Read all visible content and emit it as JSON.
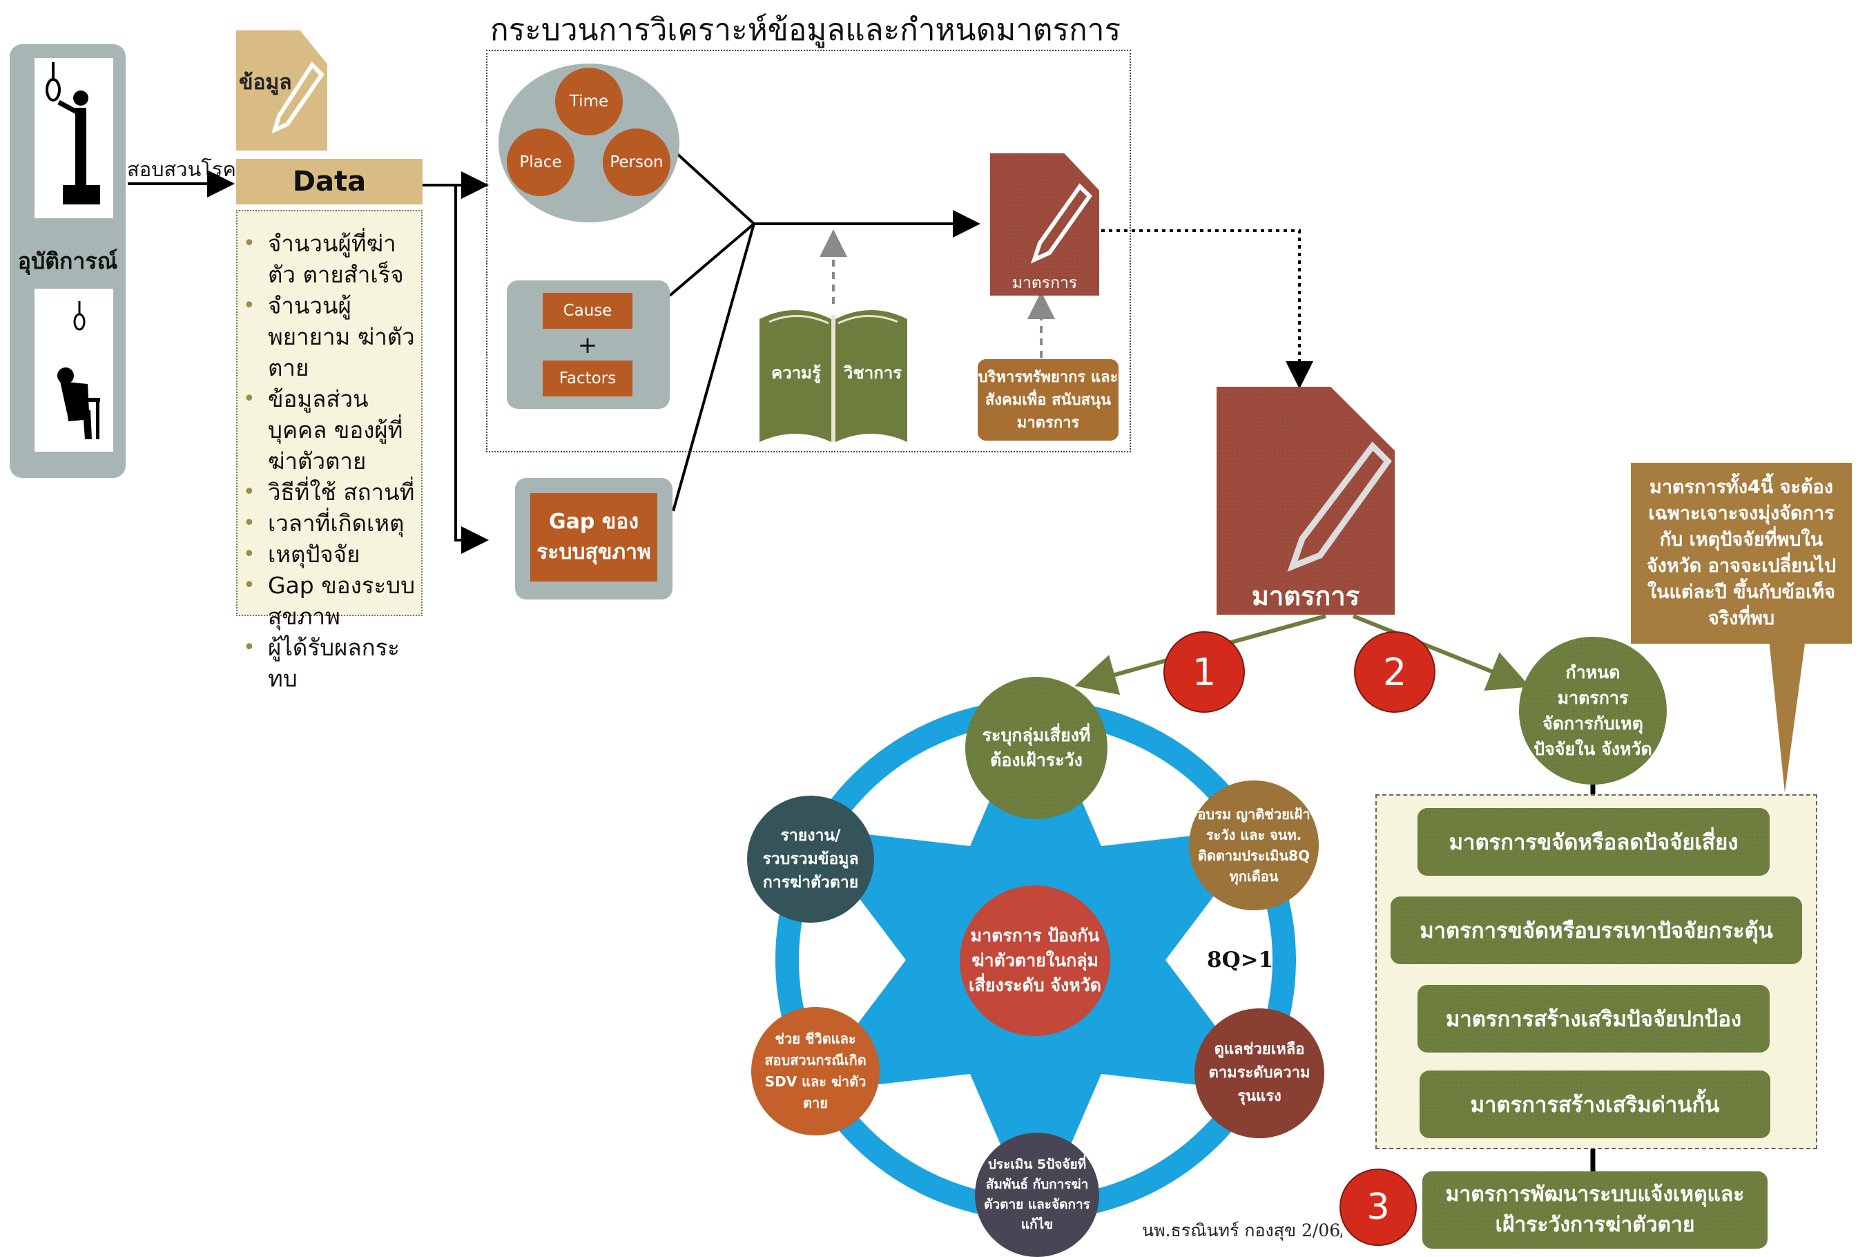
{
  "left": {
    "incident_label": "อุบัติการณ์",
    "investigation_label": "สอบสวนโรค",
    "data_icon_label": "ข้อมูล",
    "data_header": "Data",
    "data_items": [
      "จำนวนผู้ที่ฆ่าตัว ตายสำเร็จ",
      "จำนวนผู้พยายาม ฆ่าตัวตาย",
      "ข้อมูลส่วนบุคคล ของผู้ที่ฆ่าตัวตาย",
      "วิธีที่ใช้ สถานที่",
      "เวลาที่เกิดเหตุ",
      "เหตุปัจจัย",
      "Gap ของระบบ สุขภาพ",
      "ผู้ได้รับผลกระทบ"
    ]
  },
  "process": {
    "title": "กระบวนการวิเคราะห์ข้อมูลและกำหนดมาตรการ",
    "time": "Time",
    "place": "Place",
    "person": "Person",
    "cause": "Cause",
    "plus": "+",
    "factors": "Factors",
    "gap": "Gap ของ ระบบสุขภาพ",
    "book_left": "ความรู้",
    "book_right": "วิชาการ",
    "measures_small": "มาตรการ",
    "resources": "บริหารทรัพยากร และสังคมเพื่อ สนับสนุนมาตรการ"
  },
  "measures": {
    "big_label": "มาตรการ",
    "note": "มาตรการทั้ง4นี้ จะต้อง เฉพาะเจาะจงมุ่งจัดการกับ เหตุปัจจัยที่พบในจังหวัด อาจจะเปลี่ยนไปในแต่ละปี ขึ้นกับข้อเท็จจริงที่พบ",
    "badge_1": "1",
    "badge_2": "2",
    "badge_3": "3",
    "define_node": "กำหนด มาตรการ จัดการกับเหตุ ปัจจัยใน จังหวัด",
    "list": [
      "มาตรการขจัดหรือลดปัจจัยเสี่ยง",
      "มาตรการขจัดหรือบรรเทาปัจจัยกระตุ้น",
      "มาตรการสร้างเสริมปัจจัยปกป้อง",
      "มาตรการสร้างเสริมด่านกั้น"
    ],
    "surveillance": "มาตรการพัฒนาระบบแจ้งเหตุและ เฝ้าระวังการฆ่าตัวตาย"
  },
  "wheel": {
    "center": "มาตรการ ป้องกัน ฆ่าตัวตายในกลุ่ม เสี่ยงระดับ จังหวัด",
    "top": "ระบุกลุ่มเสี่ยงที่ ต้องเฝ้าระวัง",
    "top_right": "อบรม ญาติช่วยเฝ้า ระวัง และ จนท. ติดตามประเมิน8Q ทุกเดือน",
    "bottom_right": "ดูแลช่วยเหลือ ตามระดับความ รุนแรง",
    "bottom": "ประเมิน 5ปัจจัยที่สัมพันธ์ กับการฆ่าตัวตาย และจัดการ แก้ไข",
    "bottom_left": "ช่วย ชีวิตและ สอบสวนกรณีเกิด SDV และ ฆ่าตัวตาย",
    "top_left": "รายงาน/ รวบรวมข้อมูล การฆ่าตัวตาย",
    "q8_label": "8Q>1"
  },
  "footer": {
    "author": "นพ.ธรณินทร์ กองสุข 2/06/"
  },
  "colors": {
    "rust": "#9b4a3c",
    "olive": "#6d7d3e",
    "tan": "#d6b97f",
    "slate": "#9fb0b0",
    "blue": "#1aa3de",
    "red_badge": "#d42a1c"
  }
}
